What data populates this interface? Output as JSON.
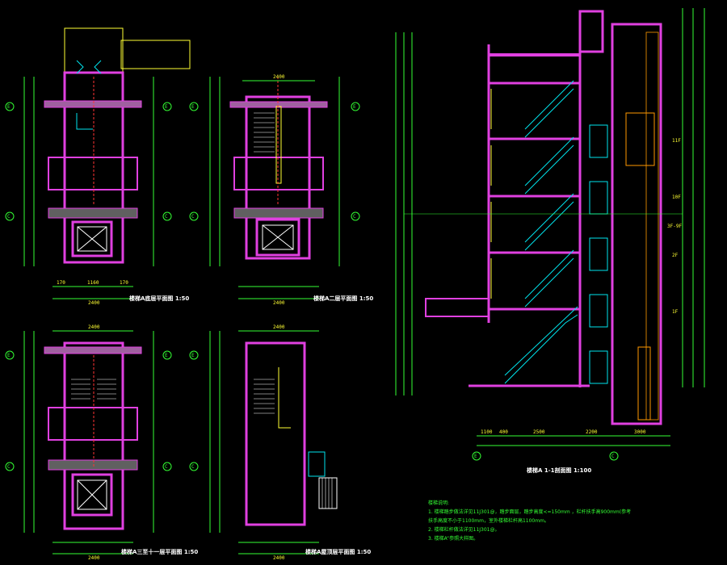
{
  "colors": {
    "wall": "#e040e0",
    "dim": "#33ff33",
    "stair": "#00e5ee",
    "text": "#ffff00",
    "axis": "#ff3333",
    "white": "#ffffff",
    "yellow": "#ffff33"
  },
  "plans": [
    {
      "id": "plan-1",
      "title": "楼梯A底层平面图 1:50"
    },
    {
      "id": "plan-2",
      "title": "楼梯A二层平面图 1:50"
    },
    {
      "id": "plan-3",
      "title": "楼梯A三至十一层平面图 1:50"
    },
    {
      "id": "plan-4",
      "title": "楼梯A屋顶层平面图 1:50"
    }
  ],
  "section": {
    "title": "楼梯A 1-1剖面图 1:100",
    "floor_labels": [
      "1F",
      "2F",
      "3F-9F",
      "10F",
      "11F"
    ],
    "axis_labels": [
      "E",
      "C"
    ]
  },
  "axis_markers": {
    "plan_left": [
      "E",
      "C"
    ]
  },
  "dims": {
    "plan_widths": [
      "2400",
      "2400",
      "2400",
      "2400"
    ],
    "plan_sub": [
      "170",
      "1160",
      "170"
    ],
    "section_bottom": [
      "1100",
      "400",
      "2500",
      "2200",
      "3000"
    ]
  },
  "notes": {
    "heading": "楼梯说明:",
    "lines": [
      "1. 楼梯踏步做法详见11J301@，踏步面层，踏步高度<=150mm ，栏杆扶手高900mm(参考",
      "   扶手高度不小于1100mm，室外楼梯栏杆高1100mm。",
      "2. 楼梯栏杆做法详见11J301@。",
      "3. 楼梯A“参照大样图。"
    ]
  }
}
